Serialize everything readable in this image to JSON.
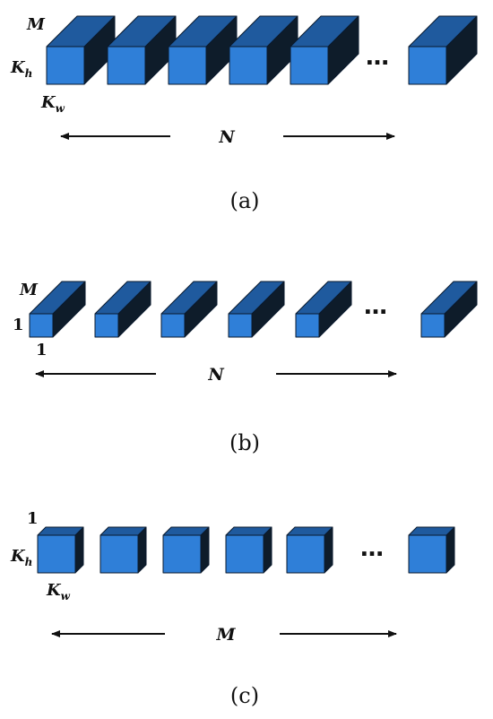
{
  "colors": {
    "front": "#2f7fd8",
    "top": "#1f5a9e",
    "side": "#0e1c2a",
    "outline": "#0a1a2e",
    "ink": "#111111"
  },
  "panels": [
    {
      "id": "a",
      "depth_label": "M",
      "height_label_base": "K",
      "height_label_sub": "h",
      "width_label_base": "K",
      "width_label_sub": "w",
      "count_label": "N",
      "ellipsis": "…",
      "caption": "(a)",
      "block_kind": "full"
    },
    {
      "id": "b",
      "depth_label": "M",
      "height_label": "1",
      "width_label": "1",
      "count_label": "N",
      "ellipsis": "…",
      "caption": "(b)",
      "block_kind": "thin"
    },
    {
      "id": "c",
      "depth_label": "1",
      "height_label_base": "K",
      "height_label_sub": "h",
      "width_label_base": "K",
      "width_label_sub": "w",
      "count_label": "M",
      "ellipsis": "…",
      "caption": "(c)",
      "block_kind": "flat"
    }
  ]
}
